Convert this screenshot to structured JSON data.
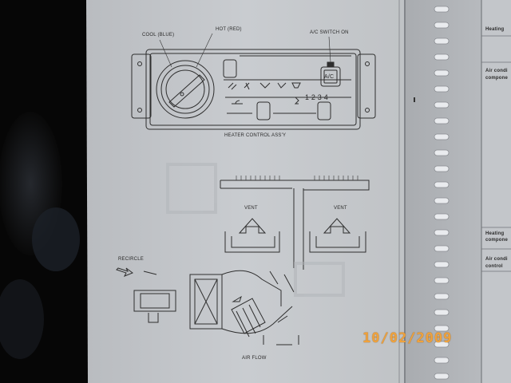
{
  "diagram": {
    "labels": {
      "cool": "COOL (BLUE)",
      "hot": "HOT (RED)",
      "ac_switch": "A/C SWITCH ON",
      "ac_button": "A/C",
      "fan_speeds": "1 2 3 4",
      "heater_control": "HEATER CONTROL ASS'Y",
      "vent_left": "VENT",
      "vent_right": "VENT",
      "recircle": "RECIRCLE",
      "air_flow": "AIR FLOW"
    },
    "side_page_fragments": [
      "Heating",
      "Air condi",
      "compone",
      "Heating",
      "compone",
      "Air condi",
      "control"
    ]
  },
  "overlay": {
    "date_stamp": "10/02/2009",
    "date_color": "#f0a23c"
  }
}
